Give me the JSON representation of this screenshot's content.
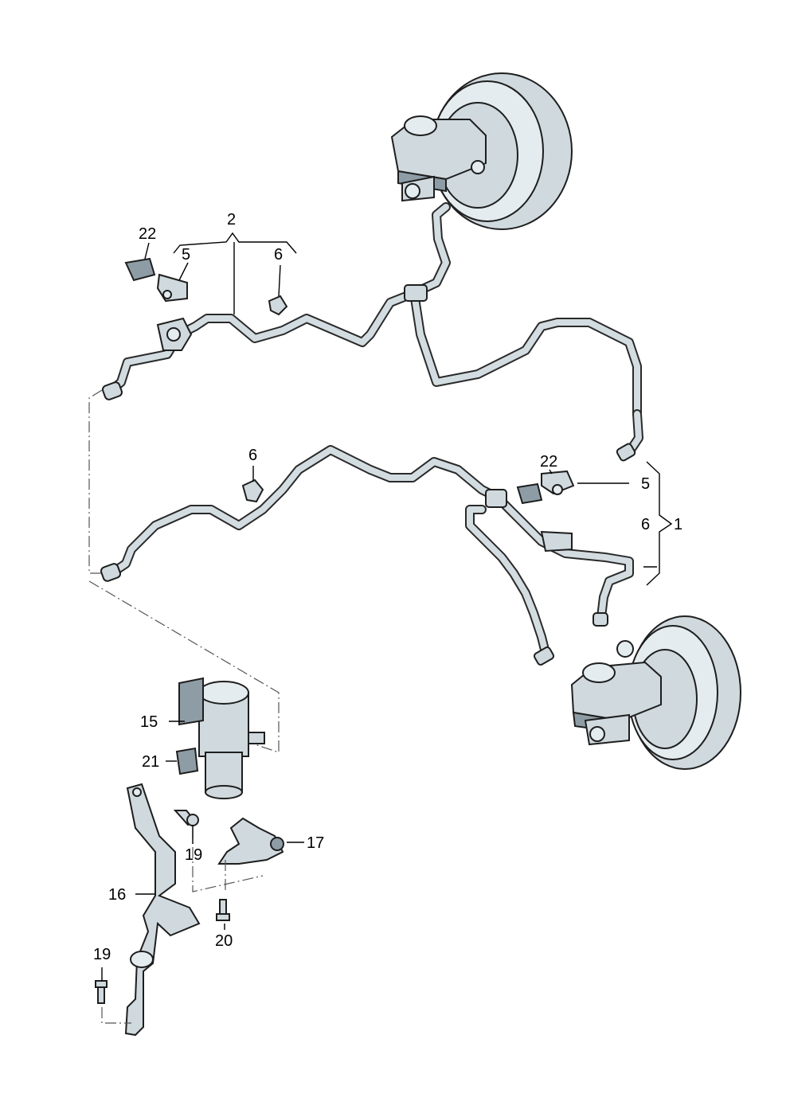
{
  "callouts": {
    "c22_top": "22",
    "c2": "2",
    "c5_top": "5",
    "c6_top": "6",
    "c6_mid": "6",
    "c22_right": "22",
    "c5_right": "5",
    "c6_right": "6",
    "c1": "1",
    "c15": "15",
    "c21": "21",
    "c19_a": "19",
    "c17": "17",
    "c16": "16",
    "c20": "20",
    "c19_b": "19"
  },
  "colors": {
    "part_fill": "#cfd9de",
    "hose_outline": "#2a2a2a",
    "outline": "#1e1e1e"
  }
}
